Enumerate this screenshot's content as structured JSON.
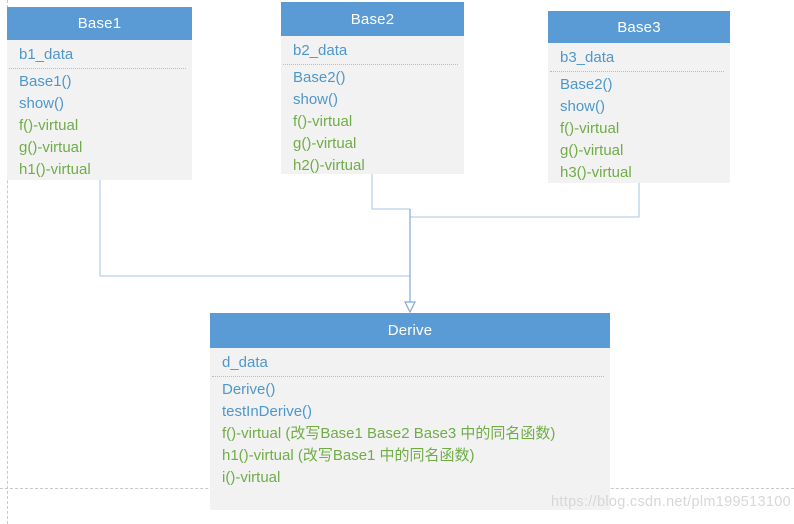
{
  "colors": {
    "header_blue": "#5b9bd5",
    "body_gray": "#f2f2f2",
    "text_blue": "#4f97cb",
    "text_green": "#70ad47",
    "line_blue": "#9dc3e6",
    "line_blue_dark": "#7ea9d7",
    "watermark_gray": "#d7d7d7"
  },
  "classes": [
    {
      "name": "Base1",
      "field": "b1_data",
      "methods": [
        "Base1()",
        "show()",
        "f()-virtual",
        "g()-virtual",
        "h1()-virtual"
      ]
    },
    {
      "name": "Base2",
      "field": "b2_data",
      "methods": [
        "Base2()",
        "show()",
        "f()-virtual",
        "g()-virtual",
        "h2()-virtual"
      ]
    },
    {
      "name": "Base3",
      "field": "b3_data",
      "methods": [
        "Base2()",
        "show()",
        "f()-virtual",
        "g()-virtual",
        "h3()-virtual"
      ]
    },
    {
      "name": "Derive",
      "field": "d_data",
      "methods": [
        "Derive()",
        "testInDerive()",
        "f()-virtual (改写Base1 Base2 Base3 中的同名函数)",
        "h1()-virtual (改写Base1 中的同名函数)",
        "i()-virtual"
      ]
    }
  ],
  "watermark": "https://blog.csdn.net/plm199513100"
}
